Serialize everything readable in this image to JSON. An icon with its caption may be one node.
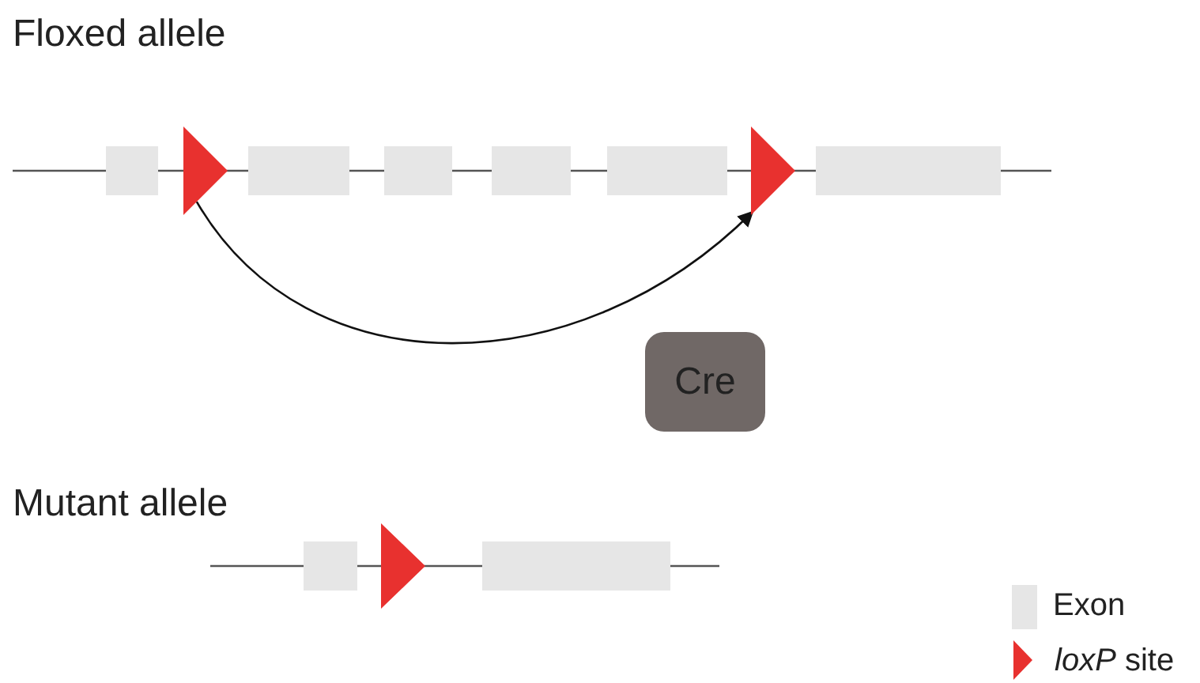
{
  "diagram": {
    "nodes": [
      {
        "text": [],
        "shape": "triangle"
      },
      {
        "text": [],
        "shape": "triangle"
      },
      {
        "text": [
          "Cre"
        ]
      },
      {
        "text": [],
        "shape": "triangle"
      }
    ],
    "edges": [
      {
        "from": 0,
        "to": 1,
        "arrow": "to"
      }
    ],
    "labels": [
      "Floxed allele",
      "Mutant allele"
    ],
    "legend": [
      {
        "text": "Exon",
        "color": "#e6e6e6"
      },
      {
        "text": "*loxP* site"
      }
    ]
  }
}
